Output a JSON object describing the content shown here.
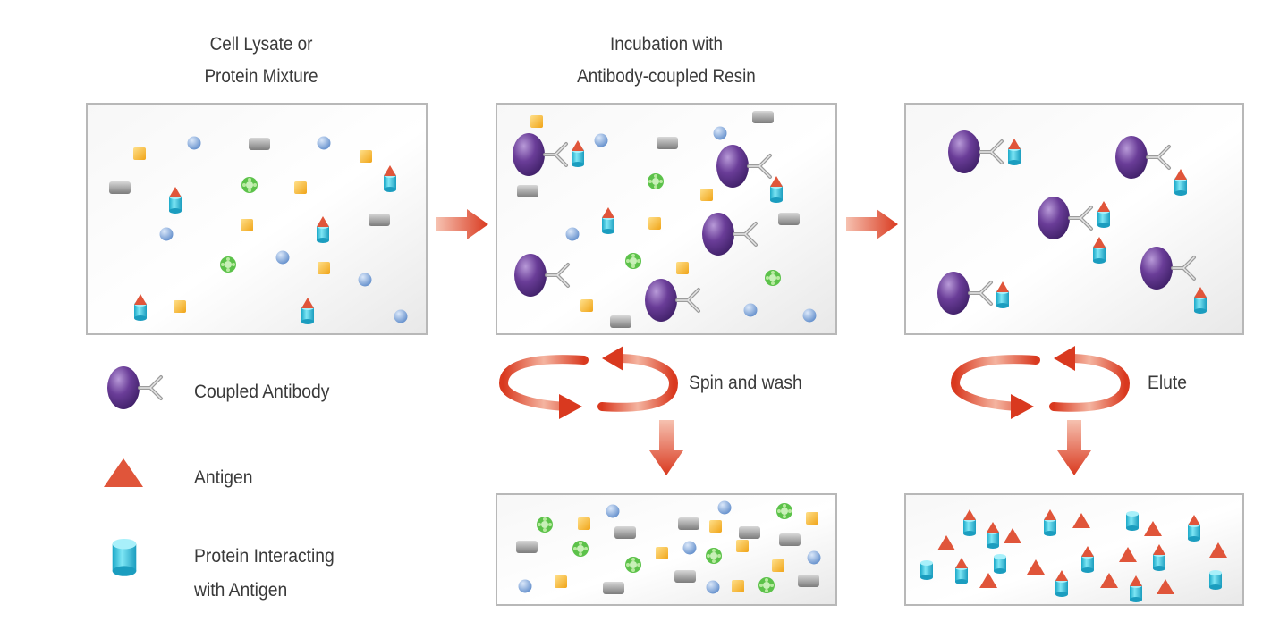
{
  "titles": {
    "step1_line1": "Cell Lysate or",
    "step1_line2": "Protein Mixture",
    "step2_line1": "Incubation with",
    "step2_line2": "Antibody-coupled Resin"
  },
  "actions": {
    "spin": "Spin and wash",
    "elute": "Elute"
  },
  "legend": {
    "antibody": "Coupled Antibody",
    "antigen": "Antigen",
    "interacting_line1": "Protein Interacting",
    "interacting_line2": "with Antigen"
  },
  "colors": {
    "panel_fill": "#eeeeee",
    "panel_border": "#b8b8b8",
    "arrow": "#d94a32",
    "bead": "#6a3d98",
    "antigen": "#e0553a",
    "protein": "#2fc3dc",
    "square": "#f5b52a",
    "sphere": "#7aa6e0",
    "flower": "#5cc24a",
    "gray_block": "#9a9a9a"
  },
  "icons": [
    "right-arrow-icon",
    "down-arrow-icon",
    "rotation-arrows-icon",
    "antibody-bead-icon",
    "antigen-triangle-icon",
    "protein-cylinder-icon"
  ]
}
